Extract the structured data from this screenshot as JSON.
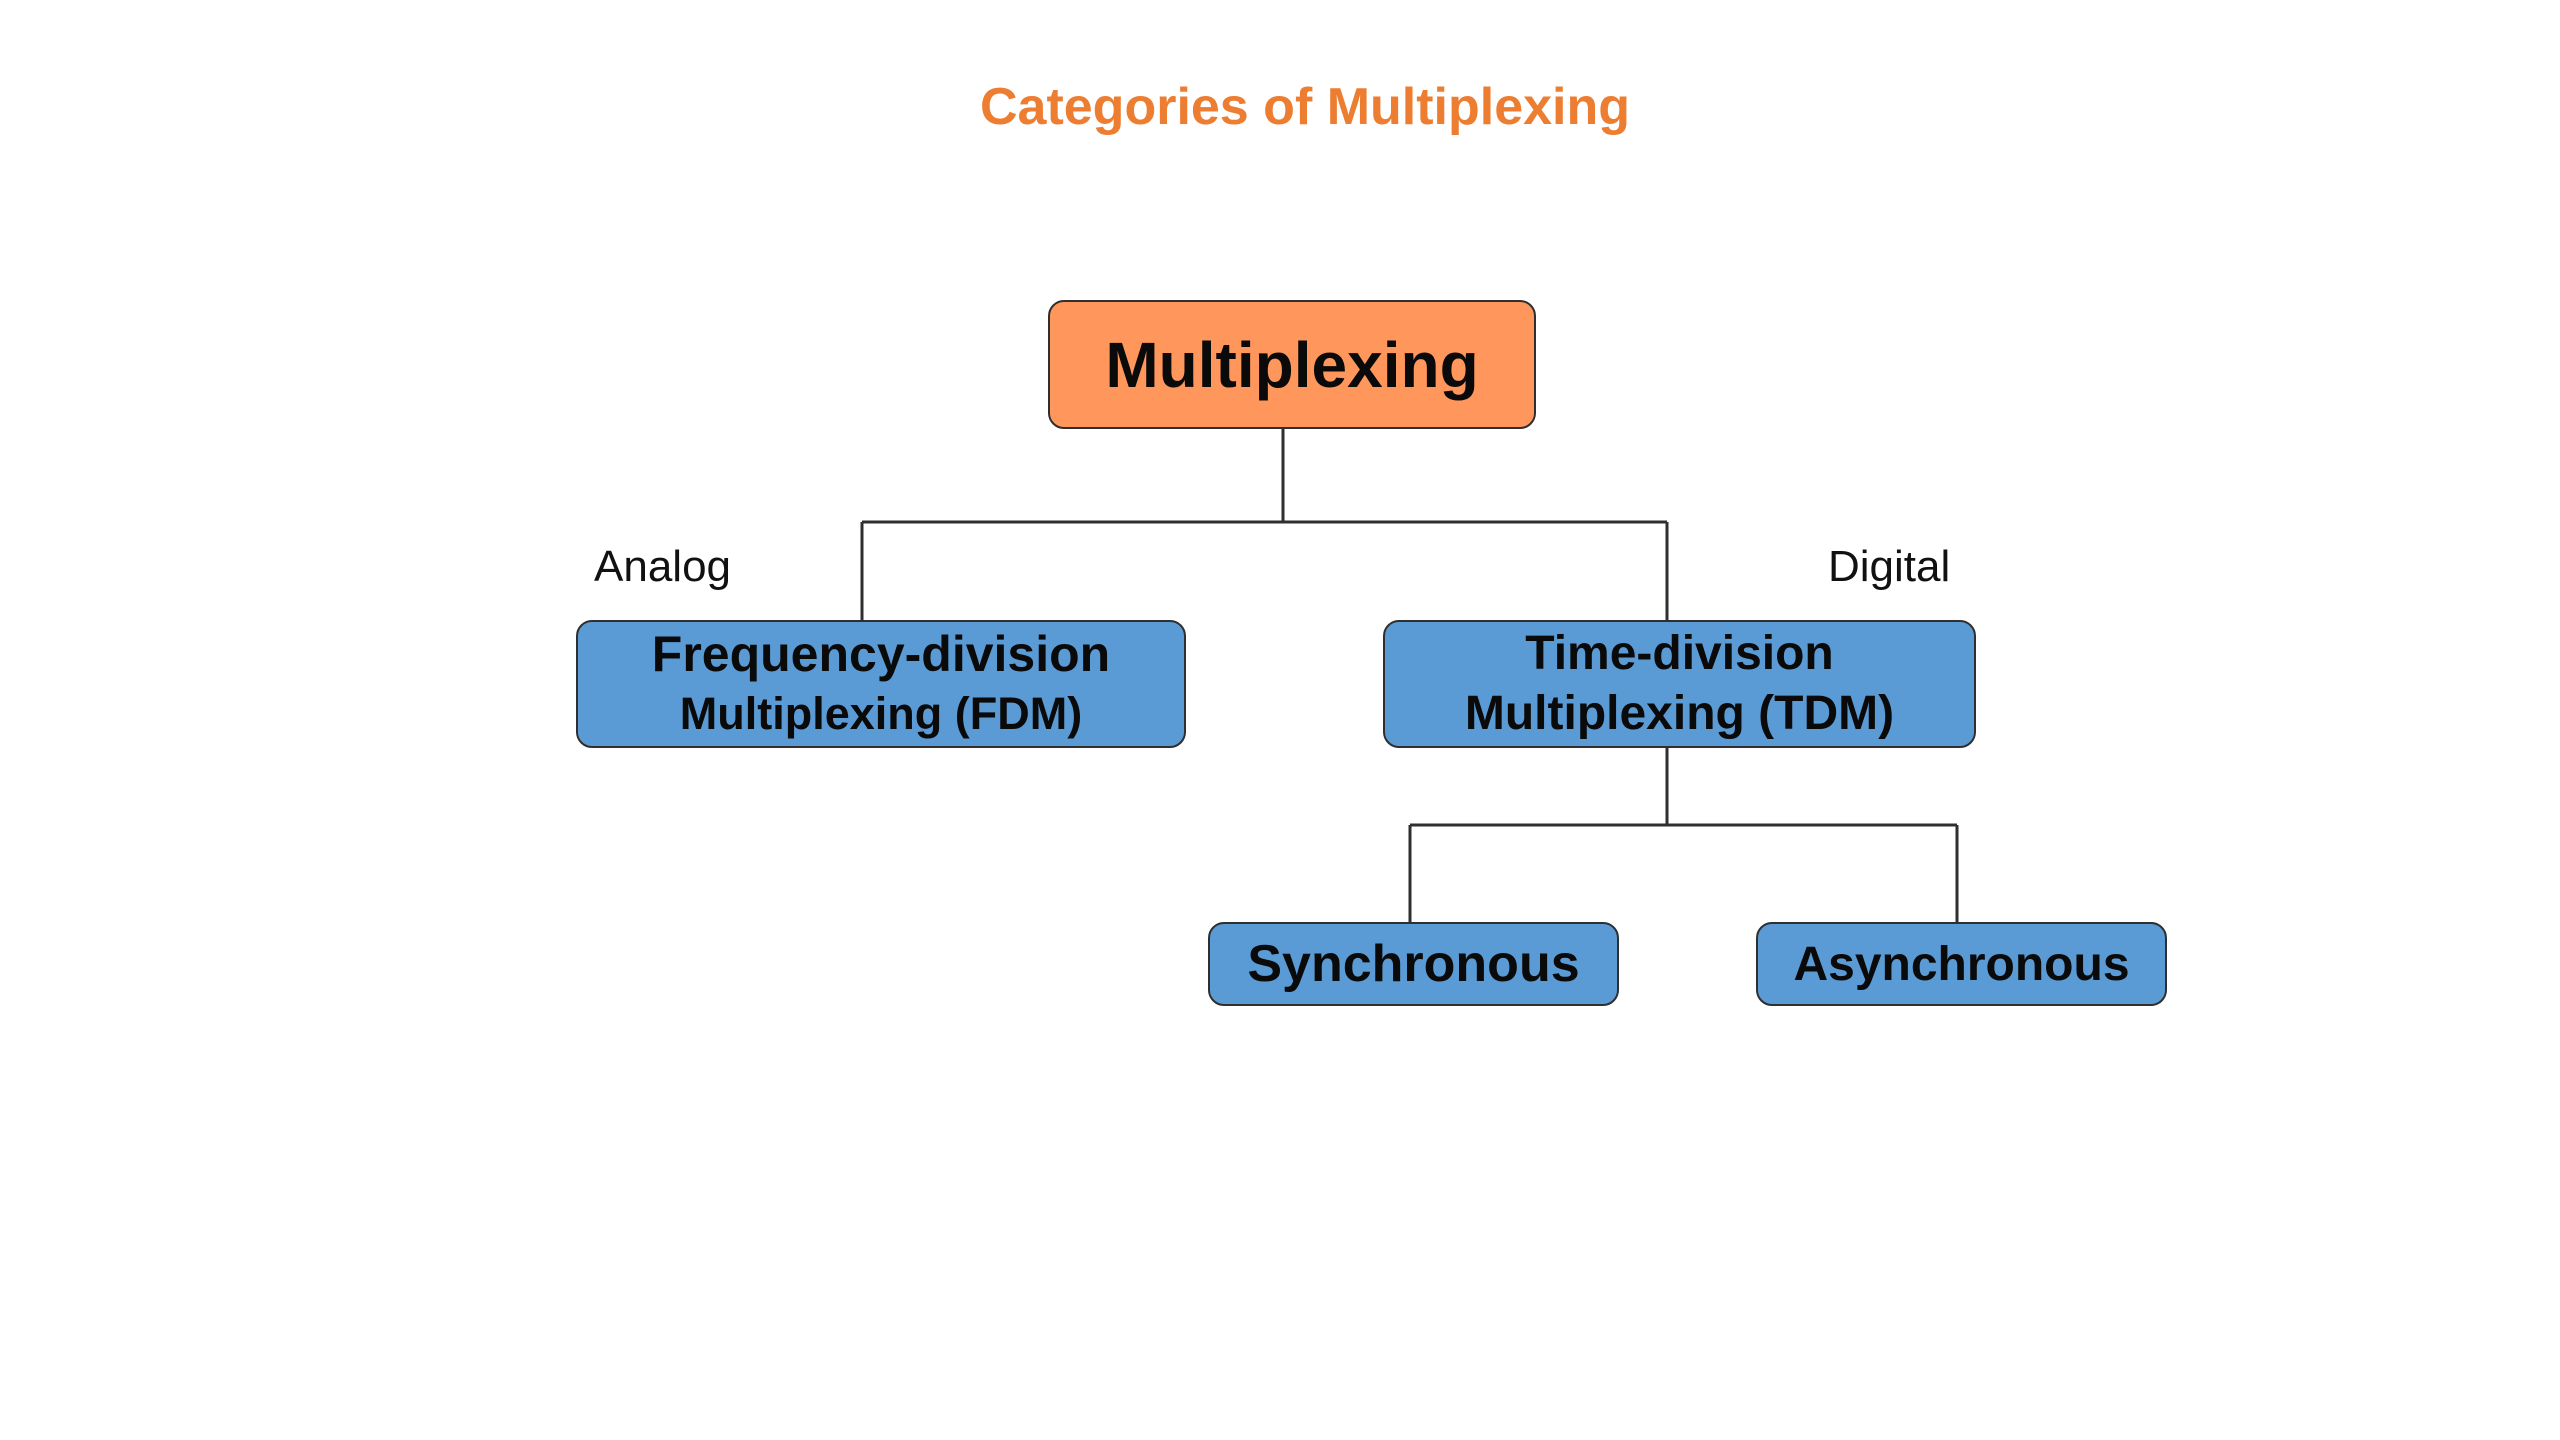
{
  "title": "Categories of Multiplexing",
  "root": {
    "label": "Multiplexing"
  },
  "branches": {
    "analog": {
      "label": "Analog",
      "node_line1": "Frequency-division",
      "node_line2": "Multiplexing (FDM)"
    },
    "digital": {
      "label": "Digital",
      "node_line1": "Time-division",
      "node_line2": "Multiplexing (TDM)",
      "children": [
        {
          "label": "Synchronous"
        },
        {
          "label": "Asynchronous"
        }
      ]
    }
  },
  "colors": {
    "title": "#ed7d31",
    "root_fill": "#ff965c",
    "node_fill": "#5b9bd5",
    "line": "#2f2f2f"
  }
}
